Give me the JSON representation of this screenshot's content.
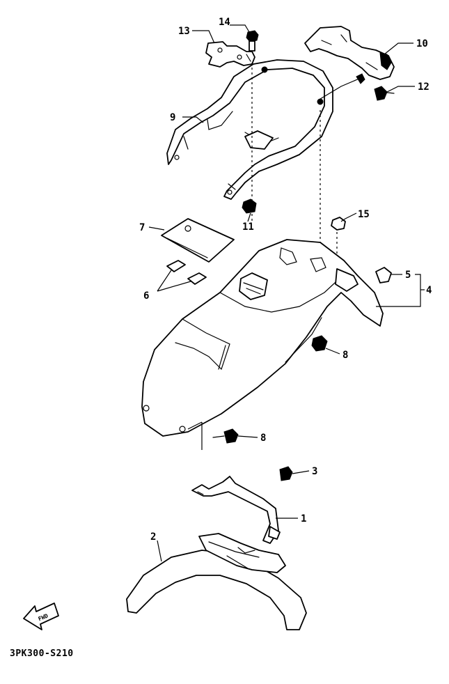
{
  "drawing_code": "3PK300-S210",
  "direction_arrow": {
    "label": "FWD",
    "icon": "forward-arrow-icon"
  },
  "callouts": [
    {
      "id": "1",
      "text": "1"
    },
    {
      "id": "2",
      "text": "2"
    },
    {
      "id": "3",
      "text": "3"
    },
    {
      "id": "4",
      "text": "4"
    },
    {
      "id": "5",
      "text": "5"
    },
    {
      "id": "6",
      "text": "6"
    },
    {
      "id": "7",
      "text": "7"
    },
    {
      "id": "8a",
      "text": "8"
    },
    {
      "id": "8b",
      "text": "8"
    },
    {
      "id": "9",
      "text": "9"
    },
    {
      "id": "10",
      "text": "10"
    },
    {
      "id": "11",
      "text": "11"
    },
    {
      "id": "12",
      "text": "12"
    },
    {
      "id": "13",
      "text": "13"
    },
    {
      "id": "14",
      "text": "14"
    },
    {
      "id": "15",
      "text": "15"
    }
  ]
}
